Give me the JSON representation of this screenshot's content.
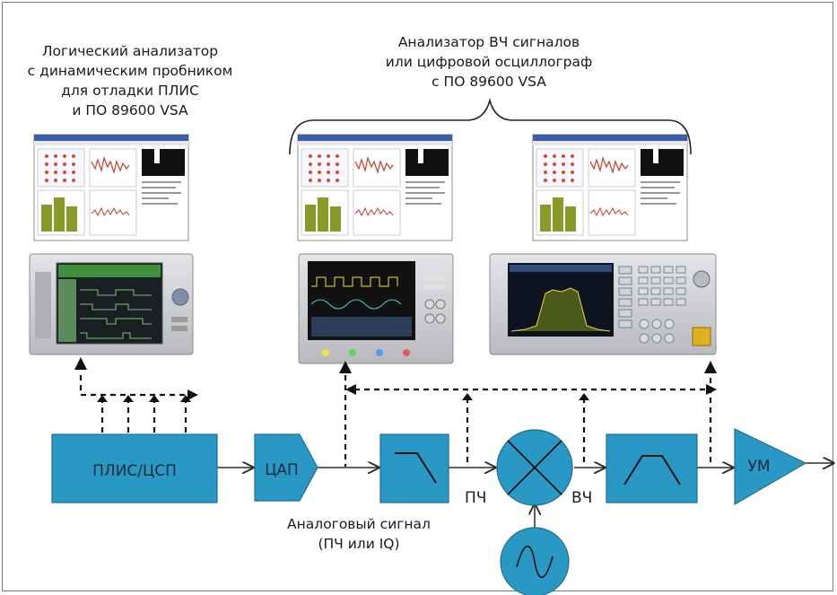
{
  "labels": {
    "logic_analyzer": [
      "Логический анализатор",
      "с динамическим пробником",
      "для отладки ПЛИС",
      "и ПО 89600 VSA"
    ],
    "rf_analyzer": [
      "Анализатор ВЧ сигналов",
      "или цифровой осциллограф",
      "с ПО 89600 VSA"
    ],
    "analog_signal": [
      "Аналоговый сигнал",
      "(ПЧ или IQ)"
    ]
  },
  "blocks": {
    "fpga": "ПЛИС/ЦСП",
    "dac": "ЦАП",
    "amp": "УМ"
  },
  "signals": {
    "if": "ПЧ",
    "rf": "ВЧ"
  },
  "colors": {
    "block_fill": "#2a98c4",
    "block_stroke": "#1f6f90",
    "line": "#2b2b2b",
    "screen_bg": "#ffffff",
    "instrument_body": "#c9cbcf"
  }
}
